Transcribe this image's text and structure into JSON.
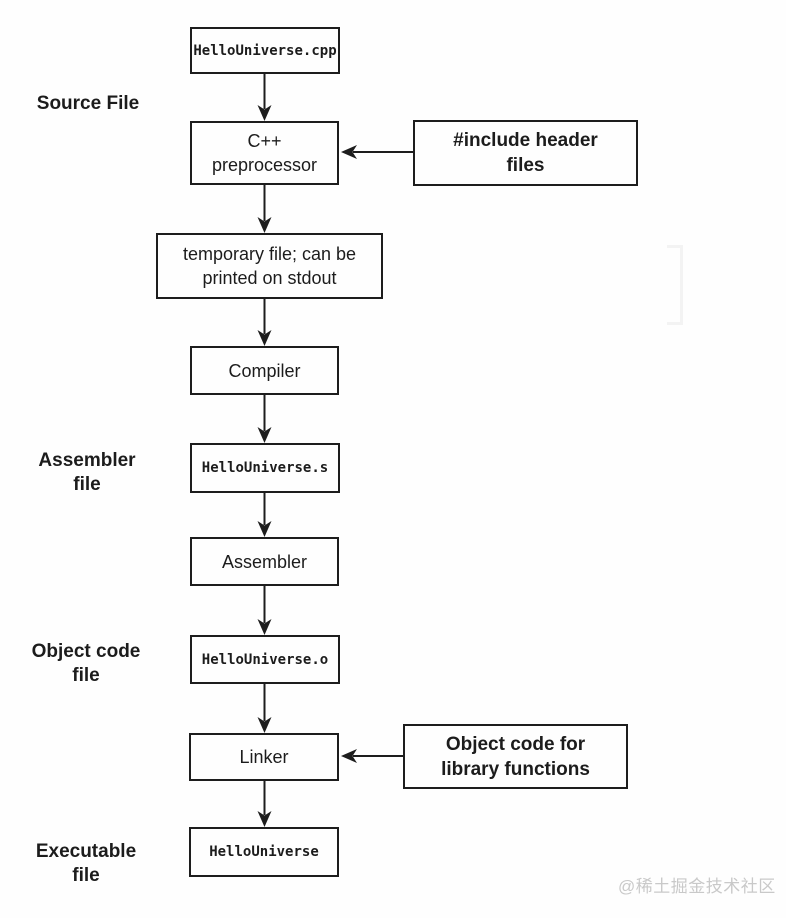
{
  "diagram": {
    "side_labels": {
      "source": "Source File",
      "assembler": "Assembler\nfile",
      "object": "Object code\nfile",
      "executable": "Executable\nfile"
    },
    "nodes": {
      "cpp_file": "HelloUniverse.cpp",
      "preprocessor": "C++\npreprocessor",
      "temp_file": "temporary file; can be\nprinted on stdout",
      "compiler": "Compiler",
      "asm_file": "HelloUniverse.s",
      "assembler": "Assembler",
      "obj_file": "HelloUniverse.o",
      "linker": "Linker",
      "exe_file": "HelloUniverse",
      "include_headers": "#include header\nfiles",
      "object_lib": "Object code for\nlibrary functions"
    },
    "edges": [
      {
        "from": "cpp_file",
        "to": "preprocessor"
      },
      {
        "from": "preprocessor",
        "to": "temp_file"
      },
      {
        "from": "temp_file",
        "to": "compiler"
      },
      {
        "from": "compiler",
        "to": "asm_file"
      },
      {
        "from": "asm_file",
        "to": "assembler"
      },
      {
        "from": "assembler",
        "to": "obj_file"
      },
      {
        "from": "obj_file",
        "to": "linker"
      },
      {
        "from": "linker",
        "to": "exe_file"
      },
      {
        "from": "include_headers",
        "to": "preprocessor"
      },
      {
        "from": "object_lib",
        "to": "linker"
      }
    ],
    "colors": {
      "line": "#1d1d1d",
      "box_background": "#fefefe",
      "watermark": "#c9c9c9"
    }
  },
  "watermark": "@稀土掘金技术社区"
}
